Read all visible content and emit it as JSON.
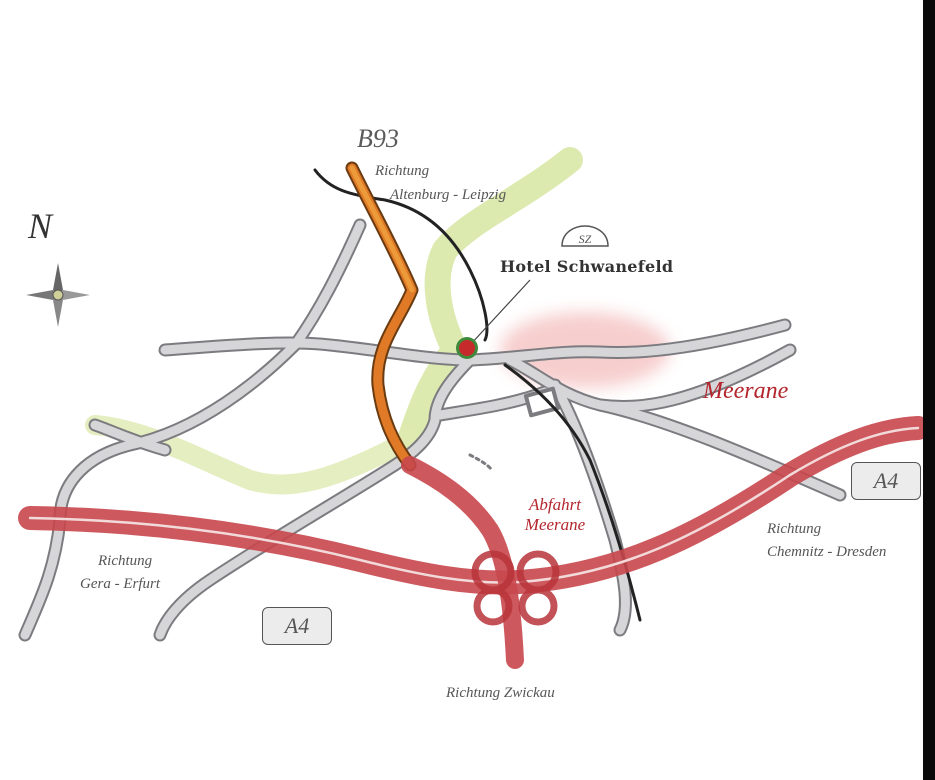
{
  "roads": {
    "b93": "B93",
    "a4_east": "A4",
    "a4_west": "A4"
  },
  "directions": {
    "north_line1": "Richtung",
    "north_line2": "Altenburg - Leipzig",
    "west_line1": "Richtung",
    "west_line2": "Gera - Erfurt",
    "east_line1": "Richtung",
    "east_line2": "Chemnitz - Dresden",
    "south": "Richtung Zwickau"
  },
  "places": {
    "city": "Meerane",
    "exit_line1": "Abfahrt",
    "exit_line2": "Meerane",
    "hotel": "Hotel Schwanefeld",
    "hotel_emblem": "SZ"
  },
  "compass": {
    "north": "N"
  },
  "colors": {
    "motorway": "#c8474c",
    "motorway_light": "#e9a0a3",
    "b93": "#e07a27",
    "road_fill": "#d6d6d9",
    "road_edge": "#7c7c80",
    "green": "#d6e6a2",
    "city_blot": "#f6c9c9",
    "hotel_marker": "#c62a2a",
    "hotel_ring": "#3f8a3a"
  }
}
